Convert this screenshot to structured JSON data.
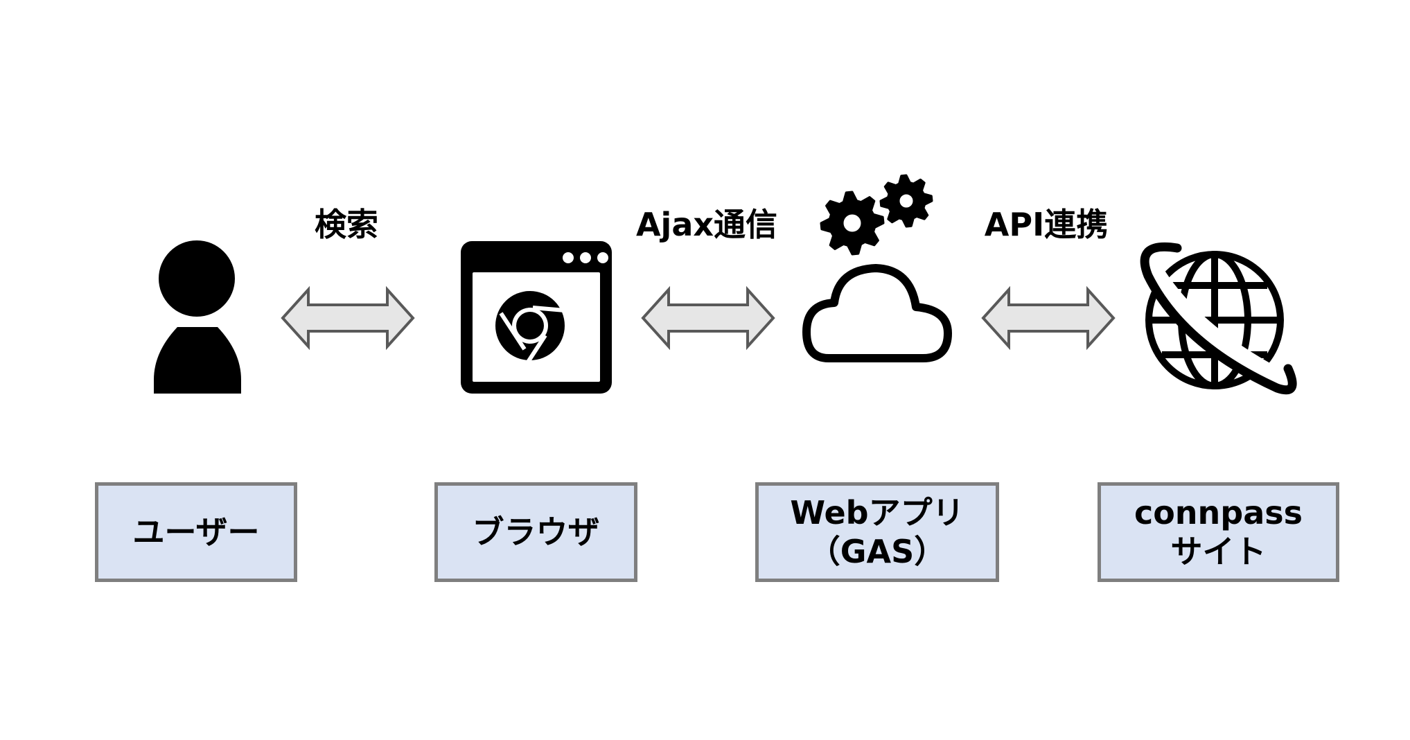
{
  "diagram": {
    "type": "architecture-flow",
    "edges": [
      {
        "id": "user-browser",
        "label": "検索",
        "from": "user",
        "to": "browser",
        "direction": "bidirectional"
      },
      {
        "id": "browser-webapp",
        "label": "Ajax通信",
        "from": "browser",
        "to": "webapp",
        "direction": "bidirectional"
      },
      {
        "id": "webapp-connpass",
        "label": "API連携",
        "from": "webapp",
        "to": "connpass",
        "direction": "bidirectional"
      }
    ],
    "nodes": [
      {
        "id": "user",
        "icon": "person-icon",
        "lines": [
          "ユーザー"
        ]
      },
      {
        "id": "browser",
        "icon": "chrome-browser-window-icon",
        "lines": [
          "ブラウザ"
        ]
      },
      {
        "id": "webapp",
        "icon": "cloud-gears-icon",
        "lines": [
          "Webアプリ",
          "（GAS）"
        ]
      },
      {
        "id": "connpass",
        "icon": "globe-icon",
        "lines": [
          "connpass",
          "サイト"
        ]
      }
    ]
  },
  "colors": {
    "box_fill": "#dae3f3",
    "box_border": "#7f7f7f",
    "arrow_fill": "#e6e6e6",
    "arrow_stroke": "#595959",
    "icon": "#000000"
  }
}
